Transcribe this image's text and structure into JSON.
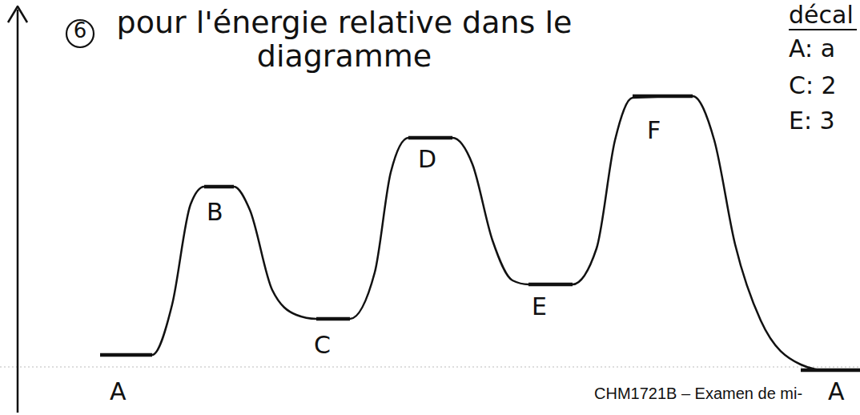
{
  "diagram": {
    "labels": [
      "6",
      "pour l'énergie relative dans le diagramme",
      "décal",
      "A: a",
      "C: 2",
      "E: 3",
      "A",
      "B",
      "C",
      "D",
      "E",
      "F",
      "A",
      "CHM1721B – Examen de mi-"
    ]
  }
}
